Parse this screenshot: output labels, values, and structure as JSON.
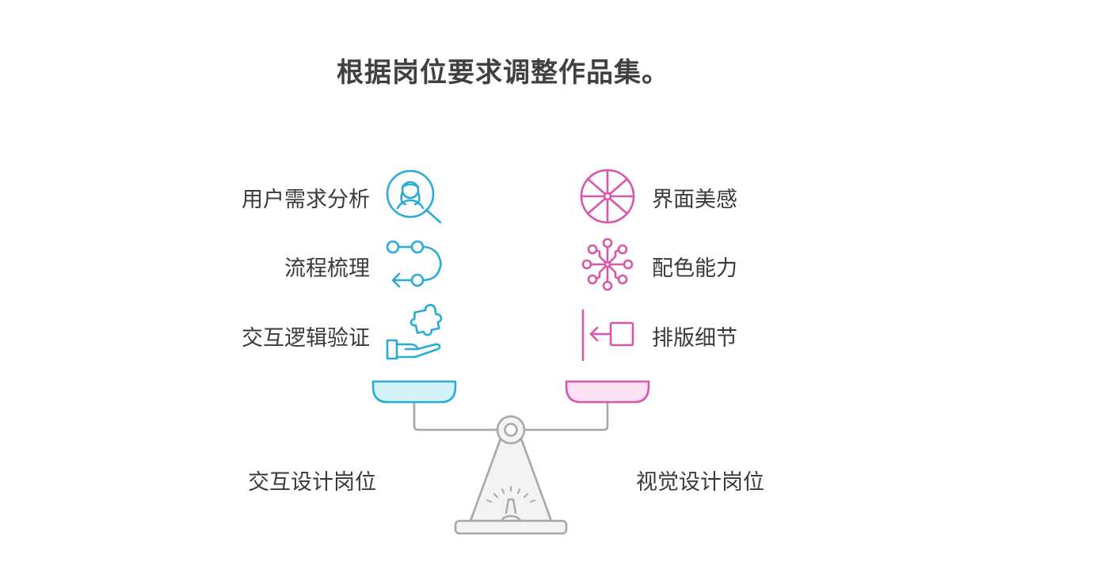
{
  "title": "根据岗位要求调整作品集。",
  "left": {
    "heading": "交互设计岗位",
    "color": "#29abd9",
    "items": [
      {
        "label": "用户需求分析",
        "icon": "user-search-icon"
      },
      {
        "label": "流程梳理",
        "icon": "flow-path-icon"
      },
      {
        "label": "交互逻辑验证",
        "icon": "puzzle-hand-icon"
      }
    ]
  },
  "right": {
    "heading": "视觉设计岗位",
    "color": "#d957a8",
    "items": [
      {
        "label": "界面美感",
        "icon": "color-wheel-icon"
      },
      {
        "label": "配色能力",
        "icon": "color-nodes-icon"
      },
      {
        "label": "排版细节",
        "icon": "align-left-box-icon"
      }
    ]
  }
}
